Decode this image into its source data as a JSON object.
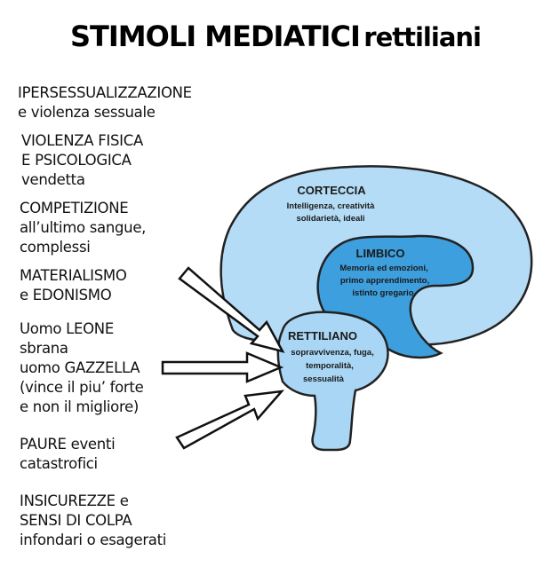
{
  "title": {
    "main": "STIMOLI MEDIATICI",
    "sub": "rettiliani"
  },
  "stimuli": [
    {
      "lines": [
        "IPERSESSUALIZZAZIONE",
        "e violenza sessuale"
      ]
    },
    {
      "lines": [
        "VIOLENZA FISICA",
        "E PSICOLOGICA",
        "vendetta"
      ]
    },
    {
      "lines": [
        "COMPETIZIONE",
        "all’ultimo sangue,",
        "complessi"
      ]
    },
    {
      "lines": [
        "MATERIALISMO",
        "e EDONISMO"
      ]
    },
    {
      "lines": [
        "Uomo LEONE",
        "sbrana",
        "uomo GAZZELLA",
        "(vince il piu’ forte",
        "e non il migliore)"
      ]
    },
    {
      "lines": [
        "PAURE eventi",
        "catastrofici"
      ]
    },
    {
      "lines": [
        "INSICUREZZE e",
        "SENSI DI COLPA",
        "infondari o esagerati"
      ]
    }
  ],
  "brain": {
    "corteccia": {
      "name": "CORTECCIA",
      "desc": [
        "Intelligenza, creatività",
        "solidarietà, ideali"
      ]
    },
    "limbico": {
      "name": "LIMBICO",
      "desc": [
        "Memoria ed emozioni,",
        "primo apprendimento,",
        "istinto gregario"
      ]
    },
    "rettiliano": {
      "name": "RETTILIANO",
      "desc": [
        "sopravvivenza, fuga,",
        "temporalità,",
        "sessualità"
      ]
    }
  },
  "colors": {
    "cortex_fill": "#b5dcf6",
    "limbic_fill": "#3d9fdd",
    "reptilian_fill": "#a8d6f4",
    "outline": "#222222",
    "arrow_fill": "#ffffff"
  }
}
